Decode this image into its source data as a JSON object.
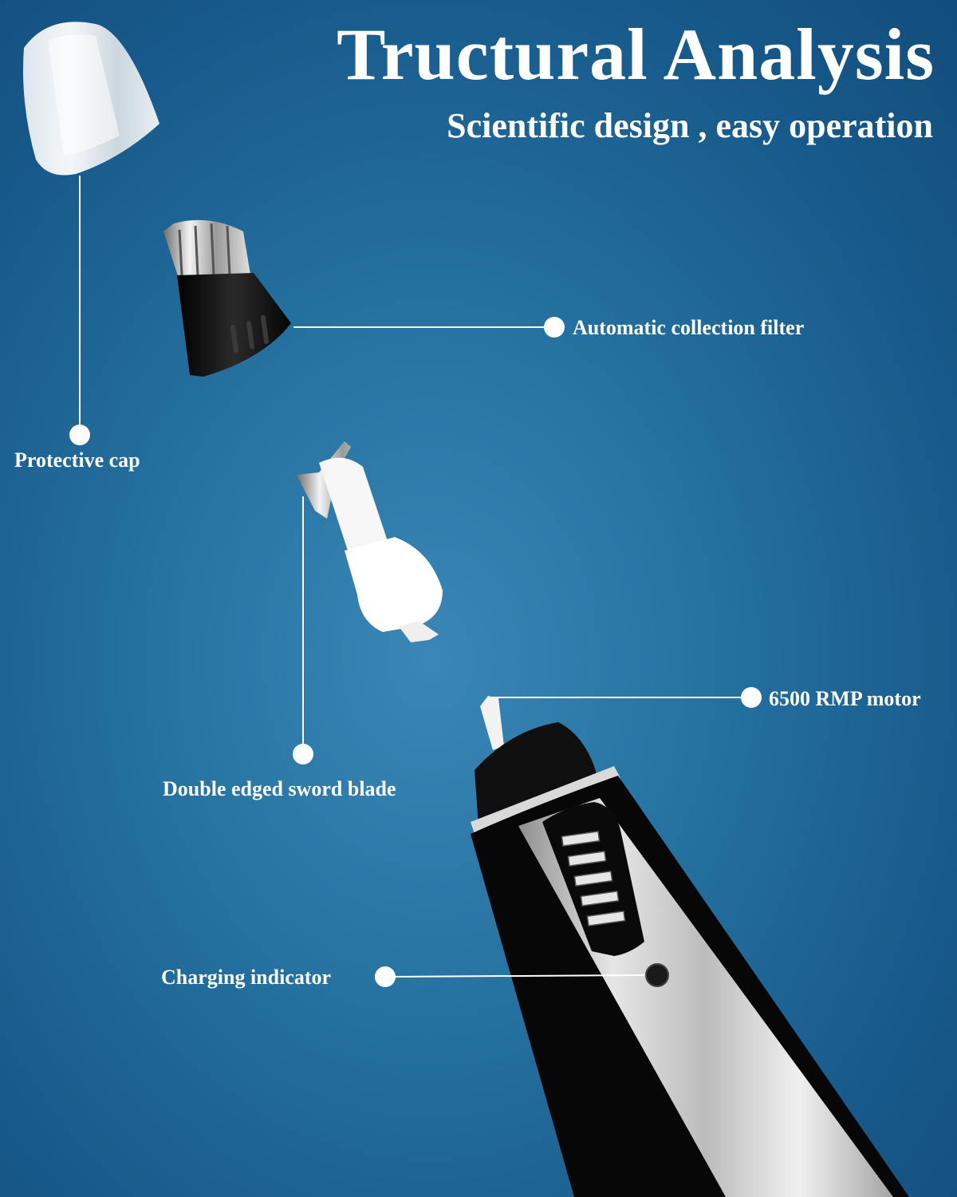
{
  "header": {
    "title": "Tructural Analysis",
    "subtitle": "Scientific design , easy operation"
  },
  "callouts": {
    "protective_cap": "Protective cap",
    "collection_filter": "Automatic collection filter",
    "blade": "Double edged sword blade",
    "motor": "6500 RMP motor",
    "charging_indicator": "Charging indicator"
  },
  "colors": {
    "background": "#24709f",
    "text": "#ffffff",
    "body_black": "#0d0d0d",
    "steel": "#c9c9c9"
  }
}
